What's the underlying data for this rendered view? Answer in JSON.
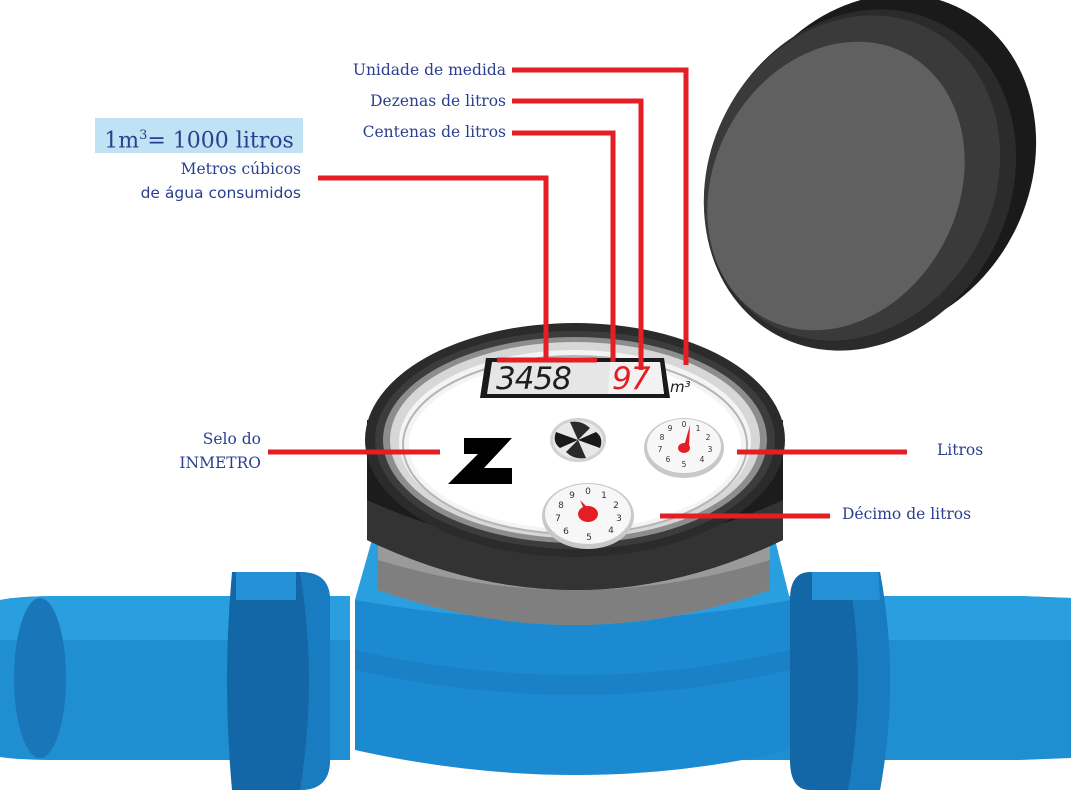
{
  "formula": {
    "prefix": "1m",
    "exponent": "3",
    "suffix": "= 1000 litros"
  },
  "labels": {
    "unidade": "Unidade de medida",
    "dezenas": "Dezenas de litros",
    "centenas": "Centenas de litros",
    "metros_line1": "Metros cúbicos",
    "metros_line2": "de água consumidos",
    "selo_line1": "Selo do",
    "selo_line2": "INMETRO",
    "litros": "Litros",
    "decimo": "Décimo de litros"
  },
  "meter": {
    "black_digits": "3458",
    "red_digits": "97",
    "unit": "m³",
    "dial_numbers": [
      "0",
      "1",
      "2",
      "3",
      "4",
      "5",
      "6",
      "7",
      "8",
      "9"
    ]
  },
  "colors": {
    "label_text": "#2a3f8f",
    "leader_line": "#e31e24",
    "formula_bg": "#bfe3f4",
    "pipe_blue": "#1f8fd1",
    "pipe_dark": "#1467a6",
    "rim_dark": "#2b2b2b",
    "lid_inner": "#606060"
  }
}
